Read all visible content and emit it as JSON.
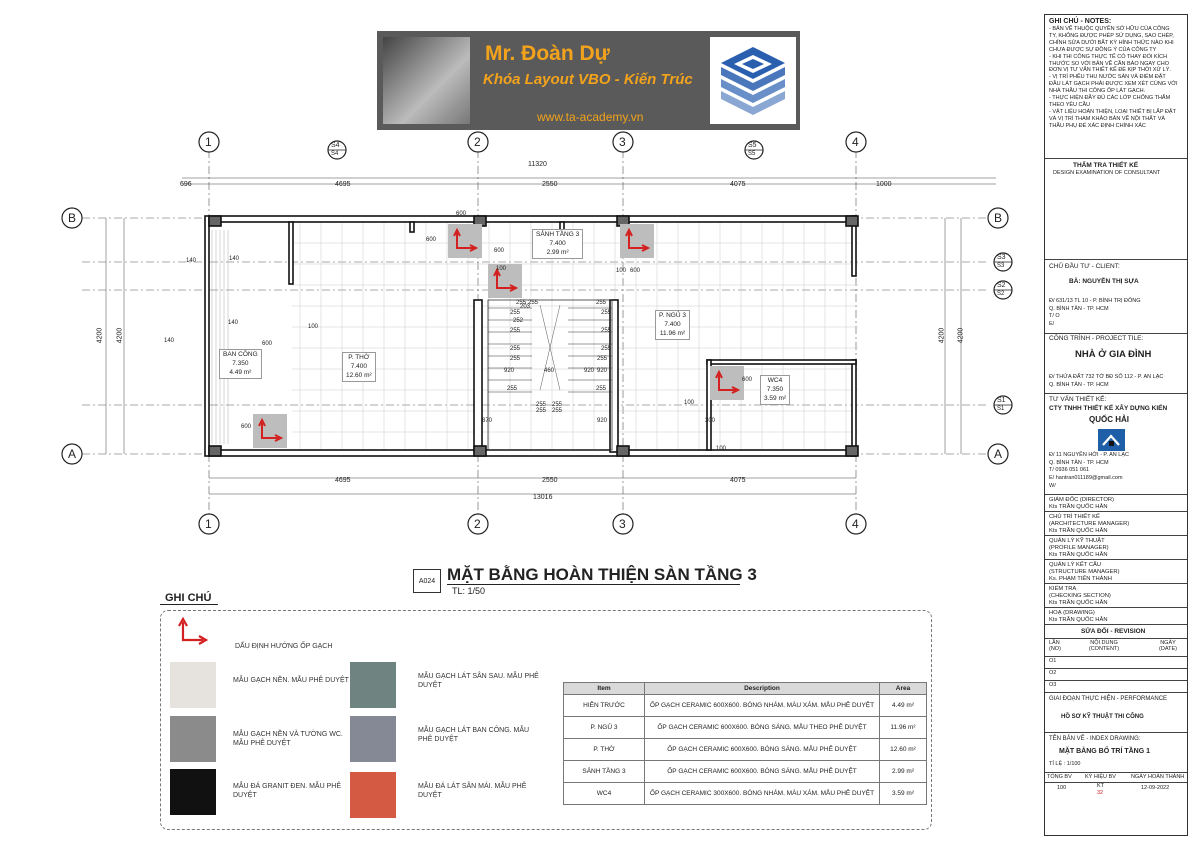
{
  "banner": {
    "name": "Mr. Đoàn Dự",
    "course": "Khóa Layout VBO - Kiến Trúc",
    "url": "www.ta-academy.vn"
  },
  "grid": {
    "axes_v": [
      "1",
      "2",
      "3",
      "4"
    ],
    "axes_h": [
      "B",
      "A"
    ],
    "sections": [
      "S4",
      "S5",
      "S3",
      "S2",
      "S1"
    ],
    "section_tags": [
      "S4",
      "S5",
      "S3",
      "S2",
      "S1"
    ]
  },
  "dims": {
    "top_total": "11320",
    "top_segments": [
      "696",
      "4695",
      "2550",
      "4075",
      "1000"
    ],
    "bottom_total": "13016",
    "bottom_segments": [
      "4695",
      "2550",
      "4075"
    ],
    "left_height": "4200",
    "left_height2": "4200",
    "right_height": "4200",
    "right_height2": "4200",
    "misc": [
      "600",
      "600",
      "600",
      "600",
      "600",
      "600",
      "600",
      "140",
      "140",
      "140",
      "140",
      "100",
      "100",
      "100",
      "100",
      "100",
      "920",
      "460",
      "920",
      "920",
      "870",
      "920",
      "300",
      "255",
      "255",
      "255",
      "255",
      "255",
      "255",
      "255",
      "255",
      "255",
      "255",
      "255",
      "255",
      "255",
      "255",
      "255",
      "255",
      "255",
      "252",
      "203"
    ]
  },
  "rooms": [
    {
      "name": "SẢNH TẦNG 3",
      "level": "7.400",
      "area": "2.99 m²"
    },
    {
      "name": "P. NGỦ 3",
      "level": "7.400",
      "area": "11.96 m²"
    },
    {
      "name": "BAN CÔNG",
      "level": "7.350",
      "area": "4.49 m²"
    },
    {
      "name": "P. THỜ",
      "level": "7.400",
      "area": "12.60 m²"
    },
    {
      "name": "WC4",
      "level": "7.350",
      "area": "3.59 m²"
    }
  ],
  "title": {
    "code": "A024",
    "text": "MẶT BẰNG HOÀN THIỆN SÀN TẦNG 3",
    "scale": "TL: 1/50"
  },
  "legend": {
    "title": "GHI CHÚ",
    "arrow_label": "DẤU ĐỊNH HƯỚNG ỐP GẠCH",
    "items": [
      {
        "label": "MẪU GẠCH NỀN. MẪU PHÊ DUYỆT",
        "color": "#e6e3df"
      },
      {
        "label": "MẪU GẠCH NỀN VÀ TƯỜNG WC. MẪU PHÊ DUYỆT",
        "color": "#8a8b8a"
      },
      {
        "label": "MẪU ĐÁ GRANIT ĐEN. MẪU PHÊ DUYỆT",
        "color": "#111111"
      },
      {
        "label": "MẪU GẠCH LÁT SÂN SAU. MẪU PHÊ DUYỆT",
        "color": "#6f8381"
      },
      {
        "label": "MẪU GẠCH LÁT BAN CÔNG. MẪU PHÊ DUYỆT",
        "color": "#858995"
      },
      {
        "label": "MẪU ĐÁ LÁT SÂN MÁI. MẪU PHÊ DUYỆT",
        "color": "#d45a44"
      }
    ],
    "table": {
      "headers": [
        "Item",
        "Description",
        "Area"
      ],
      "rows": [
        [
          "HIÊN TRƯỚC",
          "ỐP GẠCH CERAMIC 600X600. BÓNG NHÁM. MÀU XÁM. MẪU PHÊ DUYỆT",
          "4.49 m²"
        ],
        [
          "P. NGỦ 3",
          "ỐP GẠCH CERAMIC 600X600. BÓNG SÁNG. MẪU THEO PHÊ DUYỆT",
          "11.96 m²"
        ],
        [
          "P. THỜ",
          "ỐP GẠCH CERAMIC 600X600. BÓNG SÁNG. MẪU PHÊ DUYỆT",
          "12.60 m²"
        ],
        [
          "SẢNH TẦNG 3",
          "ỐP GẠCH CERAMIC 600X600. BÓNG SÁNG. MẪU PHÊ DUYỆT",
          "2.99 m²"
        ],
        [
          "WC4",
          "ỐP GẠCH CERAMIC 300X600. BÓNG NHÁM. MÀU XÁM. MẪU PHÊ DUYỆT",
          "3.59 m²"
        ]
      ]
    }
  },
  "panel": {
    "notes_title": "GHI CHÚ - NOTES:",
    "notes": [
      "- BẢN VẼ THUỘC QUYỀN SỞ HỮU CỦA CÔNG",
      "TY, KHÔNG ĐƯỢC PHÉP SỬ DỤNG, SAO CHÉP,",
      "CHỈNH SỬA DƯỚI BẤT KỲ HÌNH THỨC NÀO KHI",
      "CHƯA ĐƯỢC SỰ ĐỒNG Ý CỦA CÔNG TY",
      "- KHI THI CÔNG THỰC TẾ CÓ THAY ĐỔI KÍCH",
      "THƯỚC SO VỚI BẢN VẼ CẦN BÁO NGAY CHO",
      "ĐƠN VỊ TƯ VẤN THIẾT KẾ ĐỂ KỊP THỜI XỬ LÝ.",
      "- VỊ TRÍ PHỄU THU NƯỚC SÀN VÀ ĐIỂM ĐẶT",
      "ĐẦU LÁT GẠCH PHẢI ĐƯỢC XEM XÉT CÙNG VỚI",
      "NHÀ THẦU THI CÔNG ỐP LÁT GẠCH.",
      "- THỰC HIỆN ĐẦY ĐỦ CÁC LỚP CHỐNG THẤM",
      "THEO YÊU CẦU",
      "- VẬT LIỆU HOÀN THIỆN, LOẠI THIẾT BỊ LẮP ĐẶT",
      "VÀ VỊ TRÍ THAM KHẢO BẢN VẼ NỘI THẤT VÀ",
      "THẦU PHỤ ĐỂ XÁC ĐỊNH CHÍNH XÁC"
    ],
    "exam_title": "THẨM TRA THIẾT KẾ",
    "exam_sub": "DESIGN EXAMINATION OF CONSULTANT",
    "client_label": "CHỦ ĐẦU TƯ - CLIENT:",
    "client_name": "BÀ: NGUYỄN THỊ SỰA",
    "client_addr": [
      "Đ/ 631/13 TL 10 - P. BÌNH TRỊ ĐÔNG",
      "Q. BÌNH TÂN - TP. HCM",
      "T/ O",
      "E/"
    ],
    "project_label": "CÔNG TRÌNH - PROJECT TILE:",
    "project_name": "NHÀ Ở GIA ĐÌNH",
    "project_addr": [
      "Đ/ THỬA ĐẤT 732 TỜ BĐ SỐ 112 - P. AN LẠC",
      "Q. BÌNH TÂN - TP. HCM"
    ],
    "consult_label": "TƯ VẤN THIẾT KẾ:",
    "consult_name": "CTY TNHH THIẾT KẾ XÂY DỰNG KIẾN",
    "consult_name2": "QUỐC HẢI",
    "consult_addr": [
      "Đ/ 11 NGUYỄN HỚI - P. AN LẠC",
      "Q. BÌNH TÂN - TP. HCM",
      "T/ 0936 051 061",
      "E/ hantran011189@gmail.com",
      "W/"
    ],
    "roles": [
      [
        "GIÁM ĐỐC (DIRECTOR)",
        "Kts TRẦN QUỐC HÂN"
      ],
      [
        "CHỦ TRÌ THIẾT KẾ",
        "(ARCHITECTURE MANAGER)",
        "Kts TRẦN QUỐC HÂN"
      ],
      [
        "QUẢN LÝ KỸ THUẬT",
        "(PROFILE MANAGER)",
        "Kts TRẦN QUỐC HÂN"
      ],
      [
        "QUẢN LÝ KẾT CẤU",
        "(STRUCTURE MANAGER)",
        "Ks. PHẠM TIẾN THÀNH"
      ],
      [
        "KIỂM TRA",
        "(CHECKING SECTION)",
        "Kts TRẦN QUỐC HÂN"
      ],
      [
        "HOẠ (DRAWING)",
        "Kts TRẦN QUỐC HÂN"
      ]
    ],
    "revision_title": "SỬA ĐỔI - REVISION",
    "rev_headers": [
      "LẦN (NO)",
      "NỘI DUNG (CONTENT)",
      "NGÀY (DATE)"
    ],
    "rev_rows": [
      "O1",
      "O2",
      "O3"
    ],
    "phase_label": "GIAI ĐOẠN THỰC HIỆN - PERFORMANCE",
    "phase_value": "HỒ SƠ KỸ THUẬT THI CÔNG",
    "index_label": "TÊN BẢN VẼ - INDEX DRAWING:",
    "index_value": "MẶT BẰNG BỐ TRÍ TẦNG 1",
    "scale_label": "TỈ LỆ : 1/100",
    "footer_headers": [
      "TỔNG BV",
      "KÝ HIỆU BV",
      "NGÀY HOÀN THÀNH"
    ],
    "footer_values": [
      "100",
      "KT",
      "12-09-2022"
    ],
    "footer_num": "32"
  },
  "colors": {
    "accent": "#f2a31b",
    "red": "#d42020",
    "line": "#222222"
  }
}
